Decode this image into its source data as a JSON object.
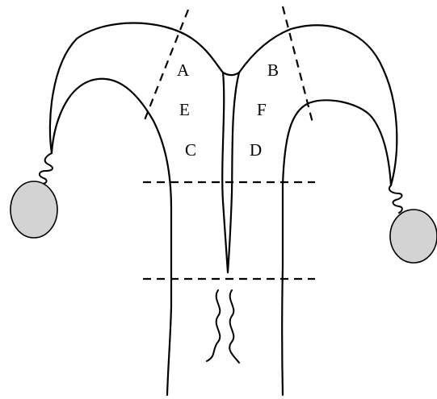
{
  "diagram": {
    "labels": {
      "a": "A",
      "b": "B",
      "c": "C",
      "d": "D",
      "e": "E",
      "f": "F"
    },
    "colors": {
      "stroke": "#000000",
      "ovary_fill": "#d3d3d3",
      "background": "#ffffff"
    }
  }
}
